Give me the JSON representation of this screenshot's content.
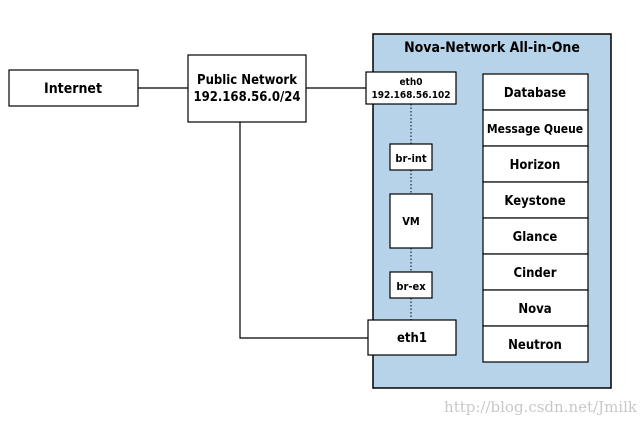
{
  "diagram": {
    "title": "Nova-Network All-in-One",
    "internet": "Internet",
    "public_network": {
      "line1": "Public Network",
      "line2": "192.168.56.0/24"
    },
    "eth0": {
      "line1": "eth0",
      "line2": "192.168.56.102"
    },
    "br_int": "br-int",
    "vm": "VM",
    "br_ex": "br-ex",
    "eth1": "eth1",
    "services": [
      "Database",
      "Message Queue",
      "Horizon",
      "Keystone",
      "Glance",
      "Cinder",
      "Nova",
      "Neutron"
    ],
    "colors": {
      "container_fill": "#b6d3e9",
      "container_stroke": "#000000",
      "watermark": "#c8c8c8"
    }
  },
  "watermark": "http://blog.csdn.net/Jmilk"
}
